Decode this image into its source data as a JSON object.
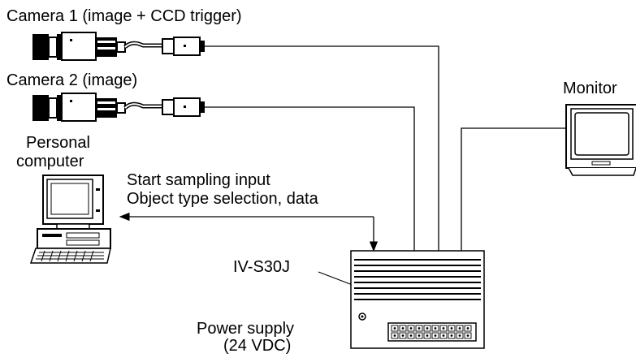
{
  "labels": {
    "camera1": "Camera 1 (image + CCD trigger)",
    "camera2": "Camera 2 (image)",
    "monitor": "Monitor",
    "pc_line1": "Personal",
    "pc_line2": "computer",
    "signal_line1": "Start sampling input",
    "signal_line2": "Object type selection, data",
    "controller": "IV-S30J",
    "power_line1": "Power supply",
    "power_line2": "(24 VDC)"
  },
  "icons": {
    "camera1": "camera-icon",
    "camera2": "camera-icon",
    "monitor": "monitor-icon",
    "pc": "personal-computer-icon",
    "controller": "controller-unit-icon",
    "arrow": "bidirectional-arrow-icon"
  },
  "colors": {
    "line": "#000000",
    "background": "#ffffff"
  }
}
